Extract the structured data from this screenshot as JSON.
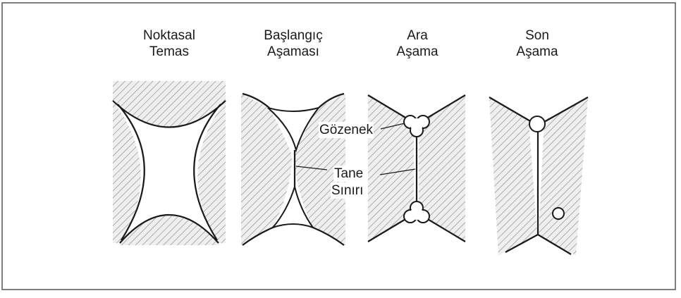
{
  "stages": [
    {
      "line1": "Noktasal",
      "line2": "Temas"
    },
    {
      "line1": "Başlangıç",
      "line2": "Aşaması"
    },
    {
      "line1": "Ara",
      "line2": "Aşama"
    },
    {
      "line1": "Son",
      "line2": "Aşama"
    }
  ],
  "callouts": {
    "pore": "Gözenek",
    "grain_boundary_line1": "Tane",
    "grain_boundary_line2": "Sınırı"
  },
  "colors": {
    "ink": "#1a1a1a",
    "hatch": "#8a8a8a",
    "frame": "#333333"
  }
}
